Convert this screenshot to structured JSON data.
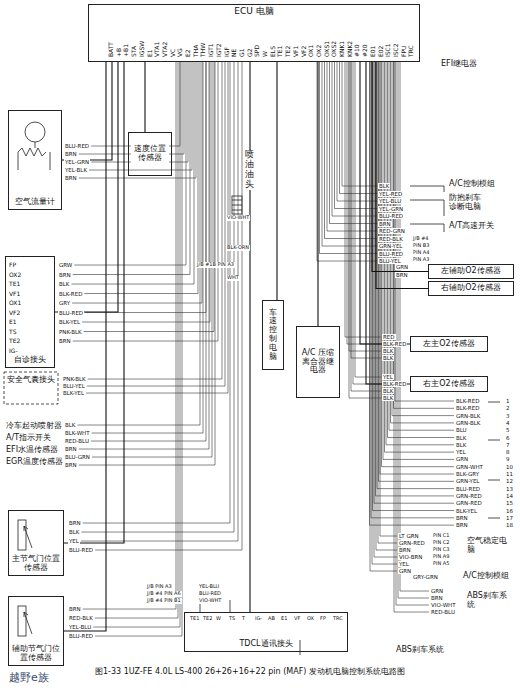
{
  "diagram": {
    "caption": "图1-33 1UZ-FE 4.0L LS-400 26+26+16+22 pin (MAF) 发动机电脑控制系统电路图",
    "nodes": [
      {
        "text": [
          "ECU 电脑"
        ]
      },
      {
        "text": [
          "空气流量计"
        ]
      },
      {
        "text": [
          "速度位置传感器"
        ]
      },
      {
        "text": [
          "自诊接头"
        ]
      },
      {
        "text": [
          "车速控制电脑"
        ]
      },
      {
        "text": [
          "A/C 压缩离合器继电器"
        ]
      },
      {
        "text": [
          "左主O2传感器"
        ]
      },
      {
        "text": [
          "右主O2传感器"
        ]
      },
      {
        "text": [
          "左辅助O2传感器"
        ]
      },
      {
        "text": [
          "右辅助O2传感器"
        ]
      },
      {
        "text": [
          "主节气门位置传感器"
        ]
      },
      {
        "text": [
          "辅助节气门位置传感器"
        ]
      },
      {
        "text": [
          "TDCL通讯接头"
        ]
      }
    ],
    "edges": [
      {
        "from": 0,
        "to": 1,
        "arrow": "none"
      },
      {
        "from": 0,
        "to": 2,
        "arrow": "none"
      },
      {
        "from": 0,
        "to": 3,
        "arrow": "none"
      },
      {
        "from": 0,
        "to": 4,
        "arrow": "none"
      },
      {
        "from": 0,
        "to": 5,
        "arrow": "none"
      },
      {
        "from": 0,
        "to": 6,
        "arrow": "none"
      },
      {
        "from": 0,
        "to": 7,
        "arrow": "none"
      },
      {
        "from": 0,
        "to": 8,
        "arrow": "none"
      },
      {
        "from": 0,
        "to": 9,
        "arrow": "none"
      },
      {
        "from": 0,
        "to": 10,
        "arrow": "none"
      },
      {
        "from": 0,
        "to": 11,
        "arrow": "none"
      },
      {
        "from": 0,
        "to": 12,
        "arrow": "none"
      }
    ],
    "labels": [
      "BATT",
      "+B",
      "+B1",
      "STA",
      "IGSW",
      "E1",
      "VTA1",
      "VTA2",
      "VC",
      "VG",
      "E2",
      "THA",
      "THW",
      "IGT1",
      "IGT2",
      "IGF",
      "NE",
      "G1",
      "G2",
      "SPD",
      "W",
      "ELS",
      "TE1",
      "TE2",
      "VF1",
      "VF2",
      "OX1",
      "OX2",
      "OXS1",
      "OXS2",
      "KNK1",
      "KNK2",
      "#10",
      "#20",
      "E01",
      "E02",
      "ISC1",
      "ISC2",
      "FPU",
      "TRC",
      "EFI继电器",
      "BLU-RED",
      "BRN",
      "YEL-GRN",
      "YEL-BLK",
      "BRN",
      "BLK",
      "YEL-RED",
      "YEL-BLU",
      "YEL-GRN",
      "BLU-RED",
      "BRN",
      "RED-GRN",
      "RED-BLK",
      "GRN-YEL",
      "BLU-RED",
      "BLU-YEL",
      "A/C控制模组",
      "防抱刹车诊断电脑",
      "A/T高速开关",
      "J/B #4",
      "PIN B3",
      "PIN A4",
      "PIN A3",
      "GRN",
      "BRN",
      "喷油油头",
      "J/B #1B PIN A3",
      "VIO-WHT",
      "BLK-ORN",
      "WHT",
      "RED",
      "BLK-RED",
      "BLK",
      "BLK",
      "YEL",
      "BLK-RED",
      "BLK",
      "BLK",
      "FP",
      "OX2",
      "TE1",
      "VF1",
      "OX1",
      "VF2",
      "E1",
      "TS",
      "TE2",
      "IG-",
      "GRW",
      "BRN",
      "BLK",
      "BLK-RED",
      "GRY",
      "BLU-RED",
      "BLK-YEL",
      "PNK-BLK",
      "BRN",
      "安全气囊接头",
      "PNK-BLK",
      "BLU-YEL",
      "BLK-YEL",
      "冷车起动喷射器",
      "A/T指示开关",
      "EFI水温传感器",
      "EGR温度传感器",
      "BLK",
      "BLK-WHT",
      "RED-BLU",
      "BRN",
      "BLU-GRN",
      "BRN",
      "BRN",
      "BLK",
      "YEL",
      "BLU-RED",
      "BRN",
      "RED-BLK",
      "YEL-BLU",
      "BLU-RED",
      "BLK-RED",
      "BLK-RED",
      "GRN-BLK",
      "GRN-BLK",
      "BLU",
      "BLK",
      "BLK",
      "YEL",
      "GRN",
      "GRN-WHT",
      "BLK-GRY",
      "GRN-YEL",
      "BLU-RED",
      "GRN-RED",
      "GRN-RED",
      "BLK-YEL",
      "BRN",
      "BRN",
      "1",
      "2",
      "3",
      "4",
      "5",
      "6",
      "7",
      "8",
      "9",
      "10",
      "11",
      "12",
      "13",
      "14",
      "15",
      "16",
      "17",
      "18",
      "LT GRN",
      "GRN-RED",
      "BRN",
      "VIO-BRN",
      "YEL",
      "GRN",
      "PIN C1",
      "PIN C2",
      "PIN C3",
      "PIN A9",
      "PIN A5",
      "空气稳定电脑",
      "GRY-GRN",
      "A/C控制模组",
      "GRN",
      "BRN",
      "VIO-WHT",
      "RED-BLU",
      "ABS刹车系统",
      "ABS刹车系统",
      "TE1",
      "TE2",
      "W",
      "TS",
      "T",
      "IG-",
      "AB",
      "E1",
      "VF",
      "OX",
      "FP",
      "TRC",
      "J/B PIN A3",
      "J/B #4 PIN A6",
      "J/B #4 PIN B1",
      "YEL-BLU",
      "BLU-RED",
      "VIO-WHT",
      "越野e族"
    ]
  }
}
